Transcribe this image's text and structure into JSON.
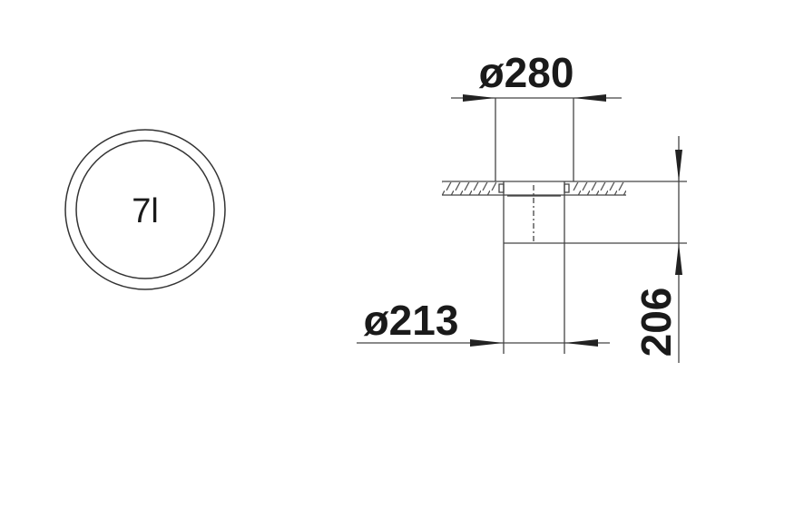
{
  "volume_label": "7l",
  "dimensions": {
    "top_diameter": "ø280",
    "bowl_diameter": "ø213",
    "depth": "206"
  },
  "colors": {
    "line": "#333333",
    "text": "#1a1a1a"
  }
}
